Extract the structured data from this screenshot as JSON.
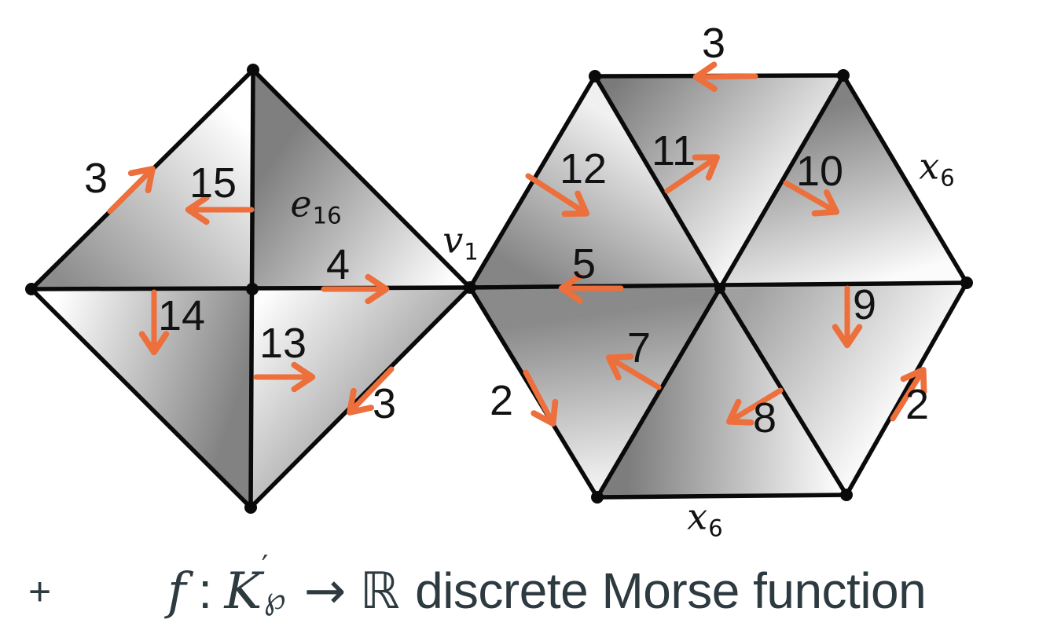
{
  "colors": {
    "arrow_orange": "#ec6f3c",
    "edge_black": "#0a0a0a",
    "label_black": "#121212",
    "caption_slate": "#2d3a40"
  },
  "figure": {
    "square_complex": {
      "edge_labels": {
        "e3_top": "3",
        "e15": "15",
        "e4": "4",
        "e14": "14",
        "e13": "13",
        "e3_bottom": "3"
      },
      "named_cells": {
        "e16_base": "e",
        "e16_sub": "16",
        "v1_base": "v",
        "v1_sub": "1"
      }
    },
    "hex_complex": {
      "edge_labels": {
        "e3": "3",
        "e12": "12",
        "e11": "11",
        "e10": "10",
        "e5": "5",
        "e9": "9",
        "e7": "7",
        "e8": "8",
        "e2_left": "2",
        "e2_right": "2"
      },
      "named_cells": {
        "x6_right_base": "x",
        "x6_right_sub": "6",
        "x6_bottom_base": "x",
        "x6_bottom_sub": "6"
      }
    }
  },
  "caption": {
    "bullet": "+",
    "f": "f",
    "colon": ":",
    "K": "K",
    "prime": "′",
    "p_sub": "℘",
    "maps_to": "→",
    "reals": "ℝ",
    "description": "discrete Morse function"
  }
}
